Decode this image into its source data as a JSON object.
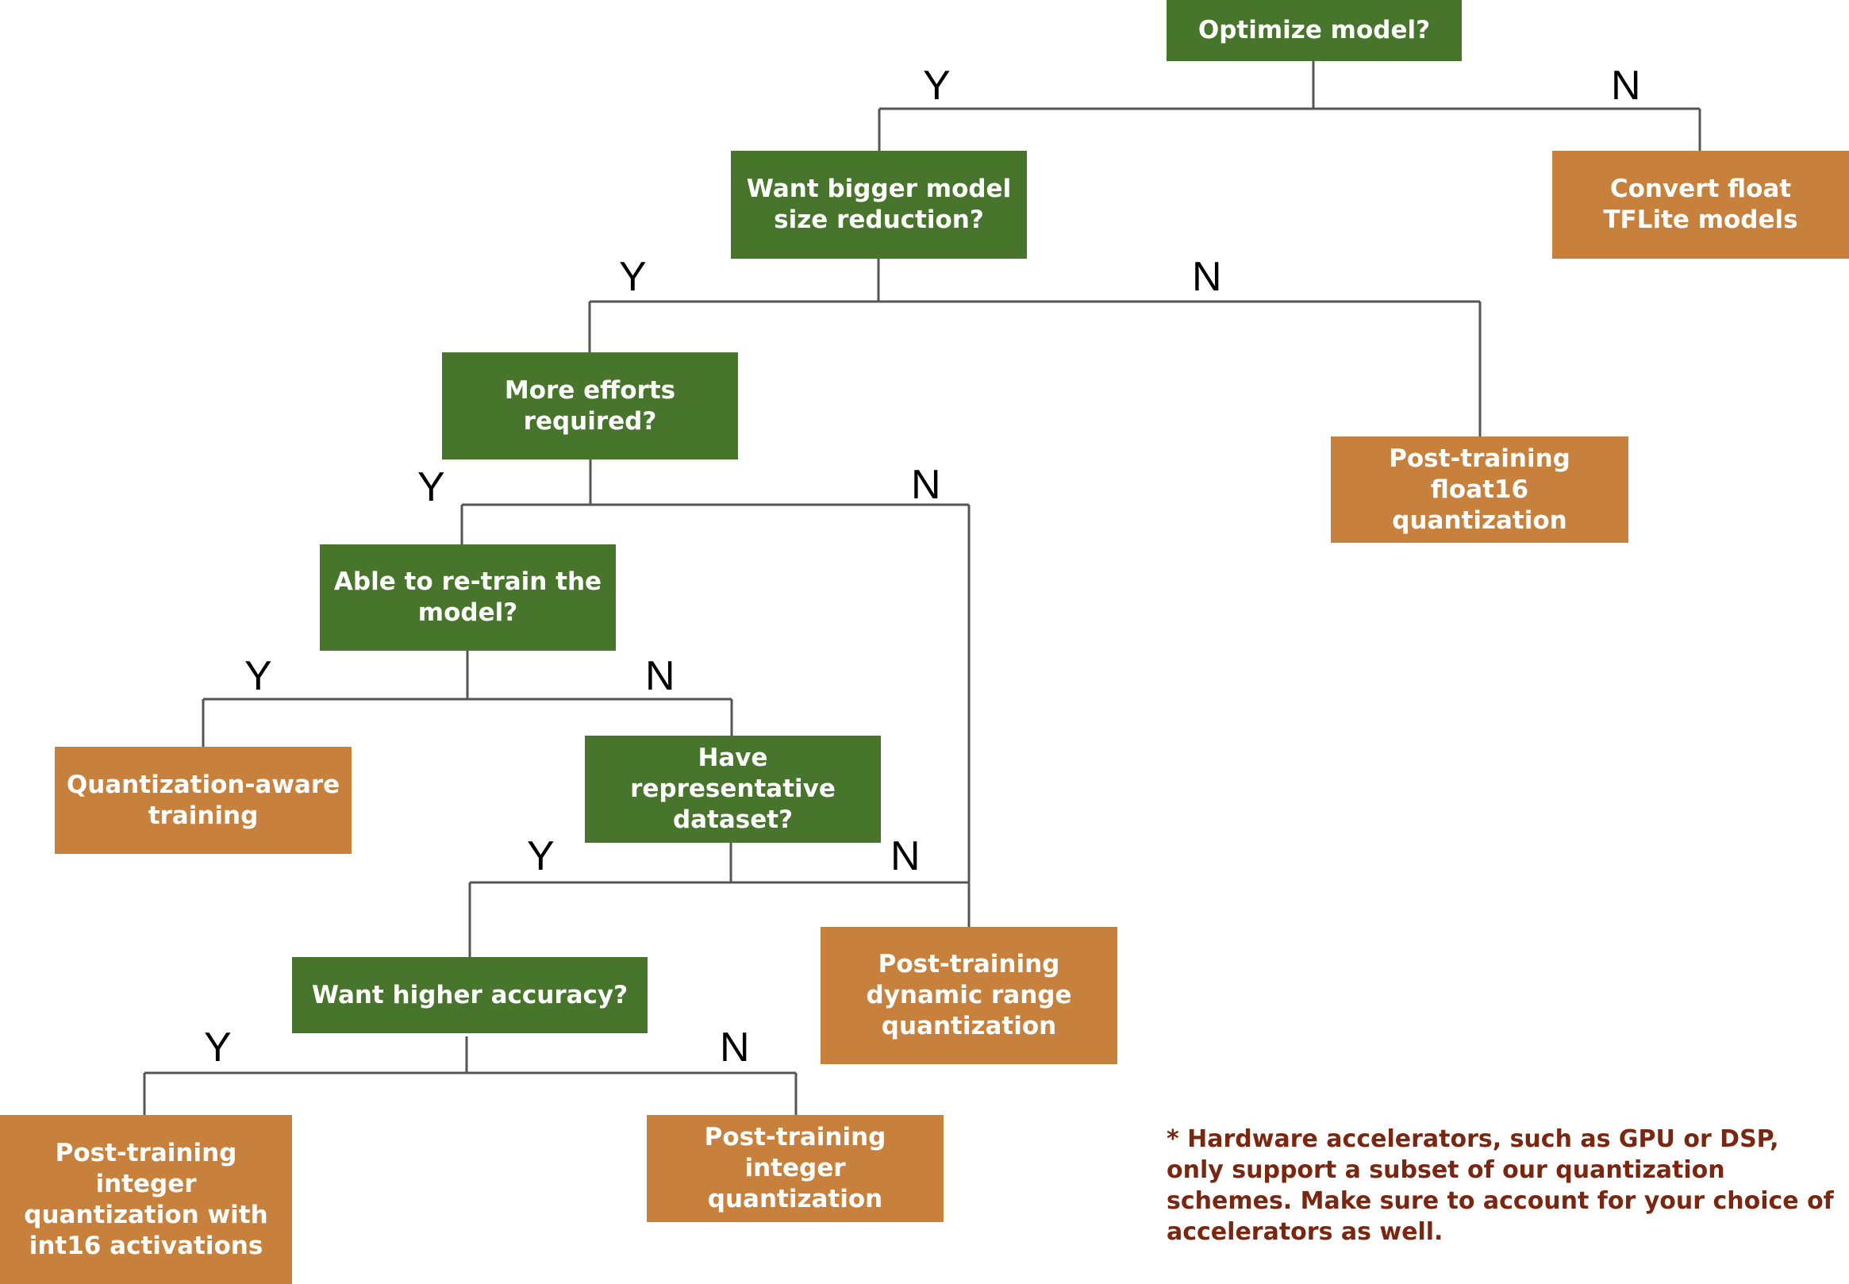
{
  "nodes": {
    "optimize": "Optimize model?",
    "bigger_size": "Want bigger model size reduction?",
    "convert_float": "Convert float TFLite models",
    "more_efforts": "More efforts required?",
    "float16": "Post-training float16 quantization",
    "retrain": "Able to re-train the model?",
    "qat": "Quantization-aware training",
    "rep_dataset": "Have representative dataset?",
    "higher_accuracy": "Want higher accuracy?",
    "dynamic_range": "Post-training dynamic range quantization",
    "int16": "Post-training integer quantization with int16 activations",
    "integer": "Post-training integer quantization"
  },
  "branch_labels": {
    "yes": "Y",
    "no": "N"
  },
  "footnote": "* Hardware accelerators, such as GPU or DSP, only support a subset of our quantization schemes. Make sure to account for your choice of accelerators as well.",
  "colors": {
    "decision": "#48752c",
    "outcome": "#c8813d",
    "connector": "#555555",
    "footnote": "#7a2610"
  }
}
